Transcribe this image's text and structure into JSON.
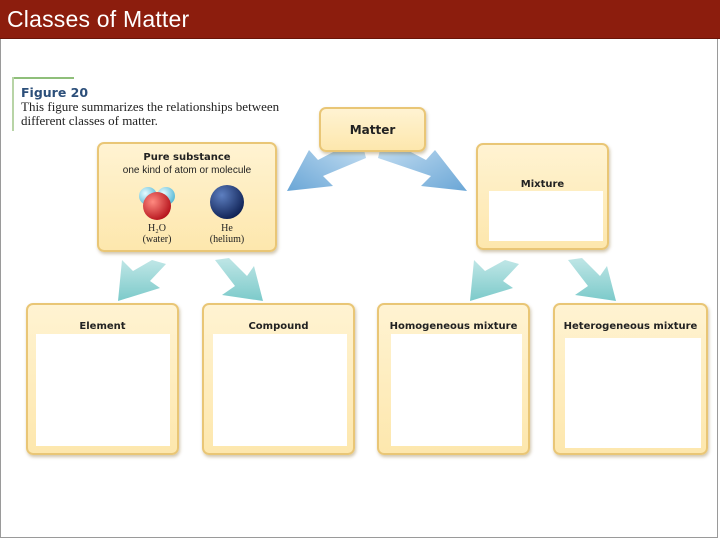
{
  "header": {
    "title": "Classes of Matter"
  },
  "caption": {
    "figure_label": "Figure 20",
    "text": "This figure summarizes the relationships between different classes of matter."
  },
  "nodes": {
    "matter": "Matter",
    "pure_substance": {
      "label": "Pure substance",
      "subtitle": "one kind of atom or molecule",
      "examples": [
        {
          "formula": "H₂O",
          "name": "(water)"
        },
        {
          "formula": "He",
          "name": "(helium)"
        }
      ]
    },
    "mixture": "Mixture",
    "element": "Element",
    "compound": "Compound",
    "homogeneous": "Homogeneous mixture",
    "heterogeneous": "Heterogeneous mixture"
  },
  "colors": {
    "title_bar": "#8c1d0d",
    "box_fill": "#fde7ad",
    "box_border": "#e9c676",
    "arrow_blue": "#7fb3dc",
    "arrow_teal": "#8fd0d0"
  }
}
